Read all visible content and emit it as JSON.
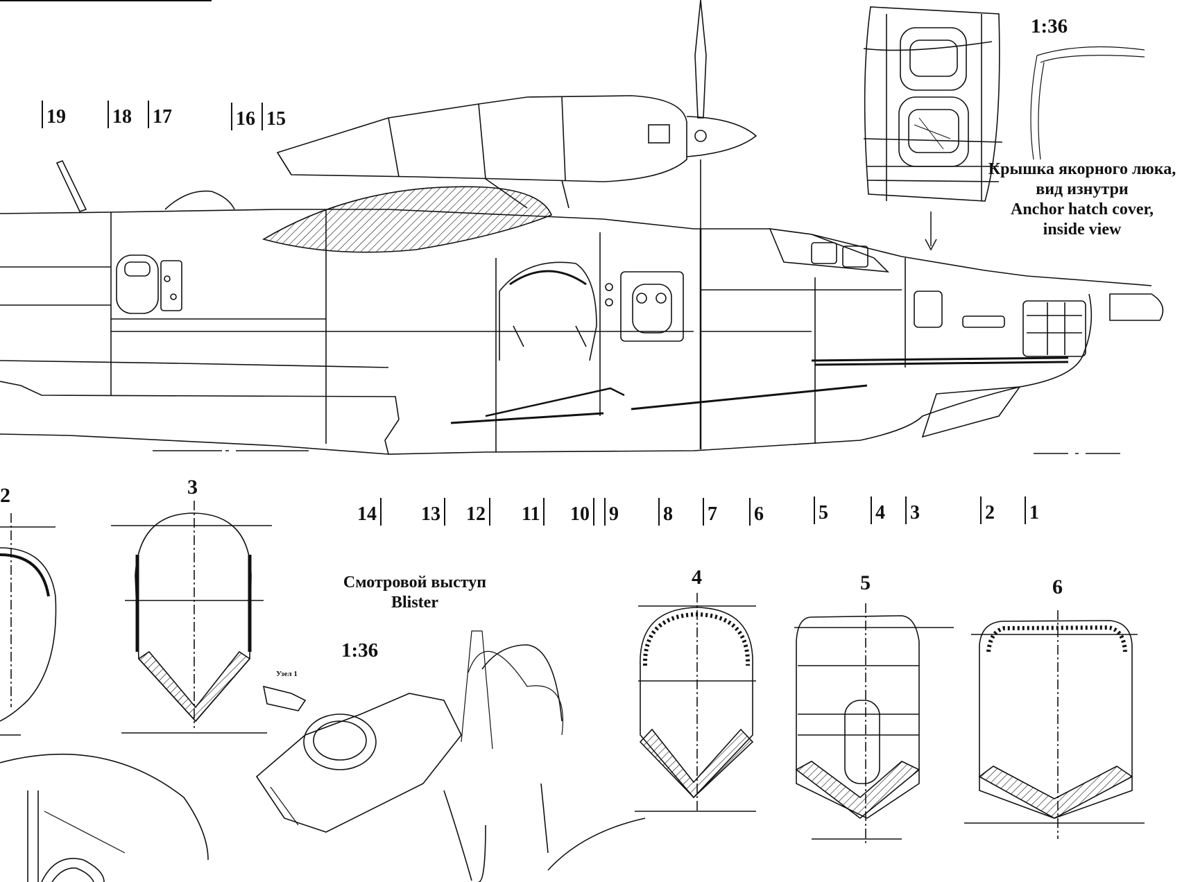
{
  "stations_top": [
    "19",
    "18",
    "17",
    "16",
    "15"
  ],
  "stations_bottom": [
    "14",
    "13",
    "12",
    "11",
    "10",
    "9",
    "8",
    "7",
    "6",
    "5",
    "4",
    "3",
    "2",
    "1"
  ],
  "sections": [
    "2",
    "3",
    "4",
    "5",
    "6"
  ],
  "scales": {
    "hatch": "1:36",
    "blister": "1:36"
  },
  "hatch_caption": {
    "ru_line1": "Крышка якорного люка,",
    "ru_line2": "вид изнутри",
    "en_line1": "Anchor hatch cover,",
    "en_line2": "inside view"
  },
  "blister_caption": {
    "ru": "Смотровой выступ",
    "en": "Blister"
  },
  "detail_label": "Узел 1"
}
